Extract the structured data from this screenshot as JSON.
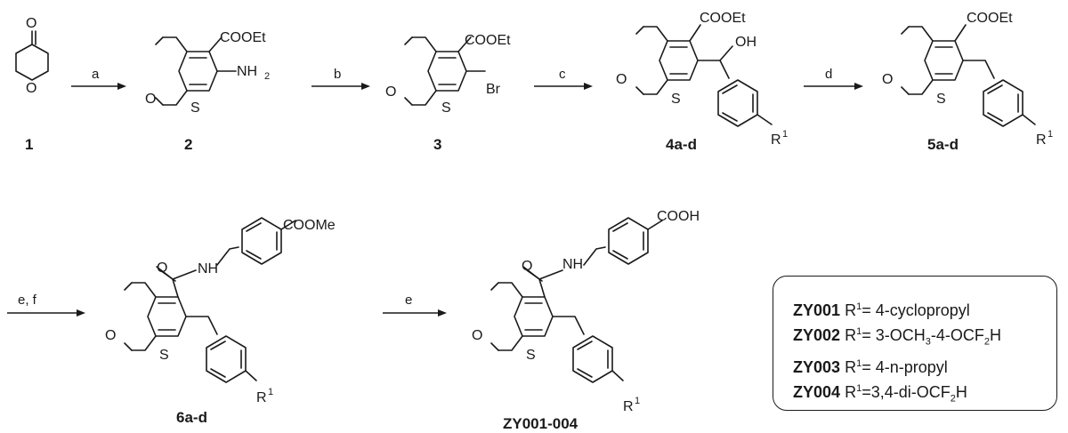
{
  "compounds": {
    "c1": {
      "label": "1",
      "atoms": {
        "o_ketone": "O",
        "o_ring": "O"
      }
    },
    "c2": {
      "label": "2",
      "atoms": {
        "ester": "COOEt",
        "nh": "NH",
        "nh_sub": "2",
        "o": "O",
        "s": "S"
      }
    },
    "c3": {
      "label": "3",
      "atoms": {
        "ester": "COOEt",
        "br": "Br",
        "o": "O",
        "s": "S"
      }
    },
    "c4": {
      "label": "4a-d",
      "atoms": {
        "ester": "COOEt",
        "oh": "OH",
        "o": "O",
        "s": "S",
        "r": "R",
        "r_sup": "1"
      }
    },
    "c5": {
      "label": "5a-d",
      "atoms": {
        "ester": "COOEt",
        "o": "O",
        "s": "S",
        "r": "R",
        "r_sup": "1"
      }
    },
    "c6": {
      "label": "6a-d",
      "atoms": {
        "ester": "COOMe",
        "amide_o": "O",
        "nh": "NH",
        "o": "O",
        "s": "S",
        "r": "R",
        "r_sup": "1"
      }
    },
    "c7": {
      "label": "ZY001-004",
      "atoms": {
        "acid": "COOH",
        "amide_o": "O",
        "nh": "NH",
        "o": "O",
        "s": "S",
        "r": "R",
        "r_sup": "1"
      }
    }
  },
  "conditions": {
    "a": "a",
    "b": "b",
    "c": "c",
    "d": "d",
    "ef": "e, f",
    "e": "e"
  },
  "legend": [
    {
      "code": "ZY001",
      "r": "R",
      "sup": "1",
      "eq": "= 4-cyclopropyl",
      "sub": "",
      "tail": ""
    },
    {
      "code": "ZY002",
      "r": "R",
      "sup": "1",
      "eq": "= 3-OCH",
      "sub": "3",
      "tail": "-4-OCF",
      "sub2": "2",
      "tail2": "H"
    },
    {
      "code": "ZY003",
      "r": "R",
      "sup": "1",
      "eq": "= 4-n-propyl",
      "sub": "",
      "tail": ""
    },
    {
      "code": "ZY004",
      "r": "R",
      "sup": "1",
      "eq": "=3,4-di-OCF",
      "sub": "2",
      "tail": "H"
    }
  ]
}
